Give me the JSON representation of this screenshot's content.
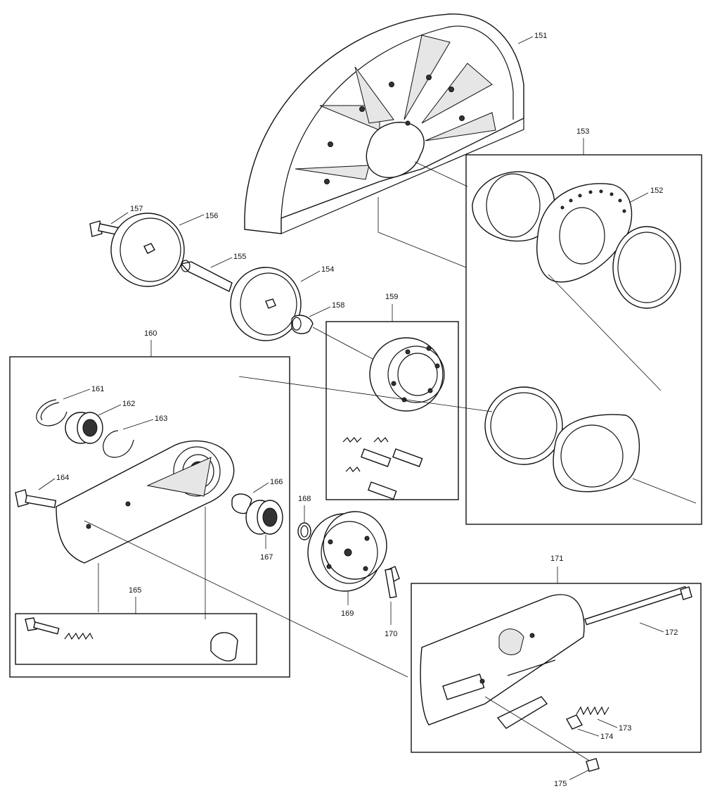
{
  "labels": {
    "p151": "151",
    "p152": "152",
    "p153": "153",
    "p154": "154",
    "p155": "155",
    "p156": "156",
    "p157": "157",
    "p158": "158",
    "p159": "159",
    "p160": "160",
    "p161": "161",
    "p162": "162",
    "p163": "163",
    "p164": "164",
    "p165": "165",
    "p166": "166",
    "p167": "167",
    "p168": "168",
    "p169": "169",
    "p170": "170",
    "p171": "171",
    "p172": "172",
    "p173": "173",
    "p174": "174",
    "p175": "175"
  },
  "colors": {
    "line": "#111111",
    "background": "#ffffff"
  }
}
